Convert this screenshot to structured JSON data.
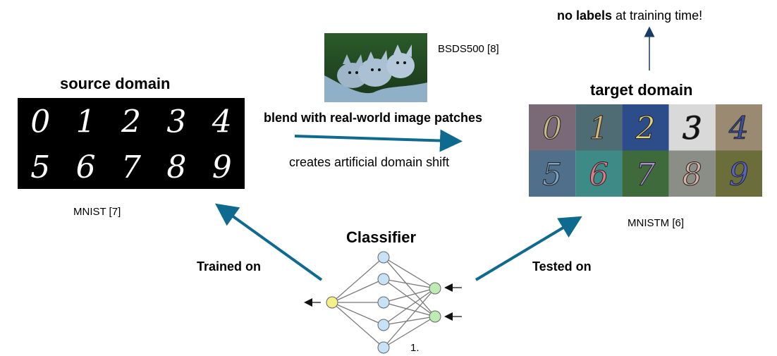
{
  "source": {
    "title": "source domain",
    "caption": "MNIST [7]",
    "digits": [
      "0",
      "1",
      "2",
      "3",
      "4",
      "5",
      "6",
      "7",
      "8",
      "9"
    ]
  },
  "target": {
    "title": "target domain",
    "caption": "MNISTM [6]",
    "digits": [
      "0",
      "1",
      "2",
      "3",
      "4",
      "5",
      "6",
      "7",
      "8",
      "9"
    ],
    "tile_colors": [
      "#7a6a78",
      "#4f6b73",
      "#2c4c8a",
      "#d9d9d9",
      "#9a8a72",
      "#4f6f8a",
      "#3d8a86",
      "#3f6a3c",
      "#8a8e86",
      "#6b6e3b"
    ],
    "digit_colors": [
      "#c9b78a",
      "#d6b67a",
      "#e6d27a",
      "#111111",
      "#3a4fa0",
      "#7ea2c6",
      "#e07a8a",
      "#a890d0",
      "#d8b0a6",
      "#5a62c8"
    ]
  },
  "bsds": {
    "caption": "BSDS500 [8]"
  },
  "blend": {
    "label": "blend with real-world image patches",
    "shift_label": "creates artificial domain shift"
  },
  "note": {
    "bold": "no labels",
    "rest": " at training time!"
  },
  "classifier": {
    "title": "Classifier",
    "footnote": "1."
  },
  "trained_on": "Trained on",
  "tested_on": "Tested on",
  "colors": {
    "arrow": "#0e6a8e",
    "node_input": "#c6e2f4",
    "node_output_right": "#bdebb3",
    "node_left": "#f5ef8a"
  }
}
